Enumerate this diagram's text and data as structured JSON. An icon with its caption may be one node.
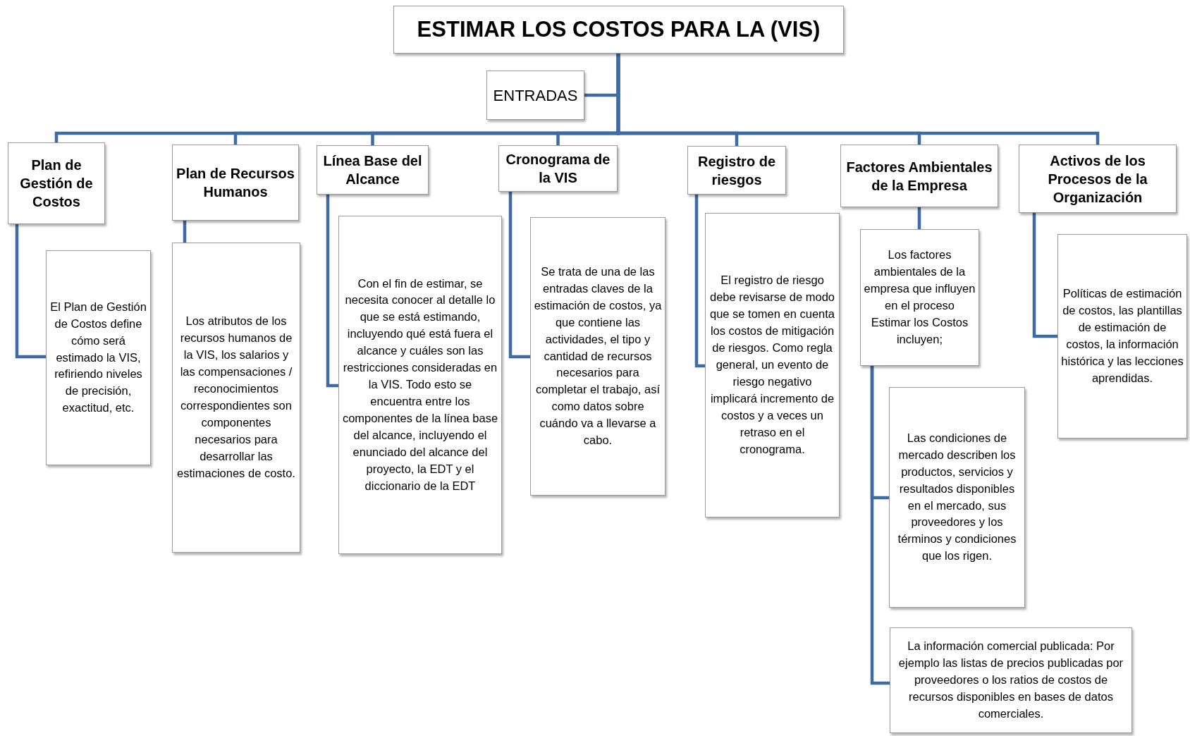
{
  "diagram": {
    "nodes": [
      {
        "text": [
          "ESTIMAR LOS COSTOS PARA LA (VIS)"
        ]
      },
      {
        "text": [
          "ENTRADAS"
        ]
      },
      {
        "text": [
          "Plan de Gestión de Costos"
        ]
      },
      {
        "text": [
          "Plan de Recursos Humanos"
        ]
      },
      {
        "text": [
          "Línea Base del Alcance"
        ]
      },
      {
        "text": [
          "Cronograma de la VIS"
        ]
      },
      {
        "text": [
          "Registro de riesgos"
        ]
      },
      {
        "text": [
          "Factores Ambientales de la Empresa"
        ]
      },
      {
        "text": [
          "Activos de los Procesos de la Organización"
        ]
      },
      {
        "text": [
          "El Plan de Gestión de Costos define cómo será estimado la VIS, refiriendo niveles de precisión, exactitud, etc."
        ]
      },
      {
        "text": [
          "Los atributos de los recursos humanos de la VIS, los salarios y las compensaciones / reconocimientos correspondientes son componentes necesarios para desarrollar las estimaciones de costo."
        ]
      },
      {
        "text": [
          "Con el fin de estimar, se necesita conocer al detalle lo que se está estimando, incluyendo qué está fuera el alcance y cuáles son las restricciones consideradas en la VIS. Todo esto se encuentra entre los componentes de la línea base del alcance, incluyendo el enunciado del alcance del proyecto, la EDT y el diccionario de la EDT"
        ]
      },
      {
        "text": [
          "Se trata de una de las entradas claves de la estimación de costos, ya que contiene las actividades, el tipo y cantidad de recursos necesarios para completar el trabajo, así como datos sobre cuándo va a llevarse a cabo."
        ]
      },
      {
        "text": [
          "El registro de riesgo debe revisarse de modo que se tomen en cuenta los costos de mitigación de riesgos. Como regla general, un evento de riesgo negativo implicará incremento de costos y a veces un retraso en el cronograma."
        ]
      },
      {
        "text": [
          "Los factores ambientales de la empresa que influyen en el proceso Estimar los Costos incluyen;"
        ]
      },
      {
        "text": [
          "Políticas de estimación de costos, las plantillas de estimación de costos, la información histórica y las lecciones aprendidas."
        ]
      },
      {
        "text": [
          "Las condiciones de mercado describen los productos, servicios y resultados disponibles en el mercado, sus proveedores y los términos y condiciones que los rigen."
        ]
      },
      {
        "text": [
          "La información comercial publicada: Por ejemplo las listas de precios publicadas por proveedores o los ratios de costos de recursos disponibles en bases de datos comerciales."
        ]
      }
    ],
    "edges": [
      {
        "from": 0,
        "to": 1,
        "arrow": "none"
      },
      {
        "from": 0,
        "to": 2,
        "arrow": "none"
      },
      {
        "from": 0,
        "to": 3,
        "arrow": "none"
      },
      {
        "from": 0,
        "to": 4,
        "arrow": "none"
      },
      {
        "from": 0,
        "to": 5,
        "arrow": "none"
      },
      {
        "from": 0,
        "to": 6,
        "arrow": "none"
      },
      {
        "from": 0,
        "to": 7,
        "arrow": "none"
      },
      {
        "from": 0,
        "to": 8,
        "arrow": "none"
      },
      {
        "from": 2,
        "to": 9,
        "arrow": "none"
      },
      {
        "from": 3,
        "to": 10,
        "arrow": "none"
      },
      {
        "from": 4,
        "to": 11,
        "arrow": "none"
      },
      {
        "from": 5,
        "to": 12,
        "arrow": "none"
      },
      {
        "from": 6,
        "to": 13,
        "arrow": "none"
      },
      {
        "from": 7,
        "to": 14,
        "arrow": "none"
      },
      {
        "from": 8,
        "to": 15,
        "arrow": "none"
      },
      {
        "from": 14,
        "to": 16,
        "arrow": "none"
      },
      {
        "from": 14,
        "to": 17,
        "arrow": "none"
      }
    ]
  }
}
